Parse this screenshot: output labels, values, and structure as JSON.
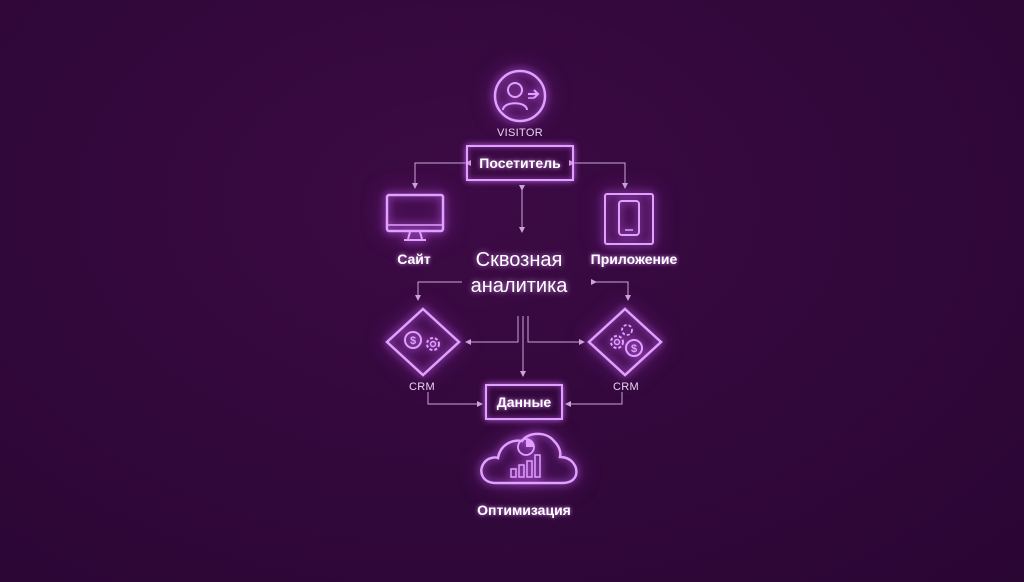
{
  "nodes": {
    "visitor_icon_caption": "VISITOR",
    "visitor_box": "Посетитель",
    "site_label": "Сайт",
    "app_label": "Приложение",
    "center_title_line1": "Сквозная",
    "center_title_line2": "аналитика",
    "crm_left_label": "CRM",
    "crm_right_label": "CRM",
    "data_box": "Данные",
    "optimization_label": "Оптимизация"
  },
  "icons": [
    "person-arrow-icon",
    "monitor-icon",
    "smartphone-icon",
    "crm-gears-icon",
    "cloud-chart-icon"
  ],
  "colors": {
    "background": "#33083c",
    "neon": "#e0a0ff",
    "arrow": "#c9a6d8"
  }
}
